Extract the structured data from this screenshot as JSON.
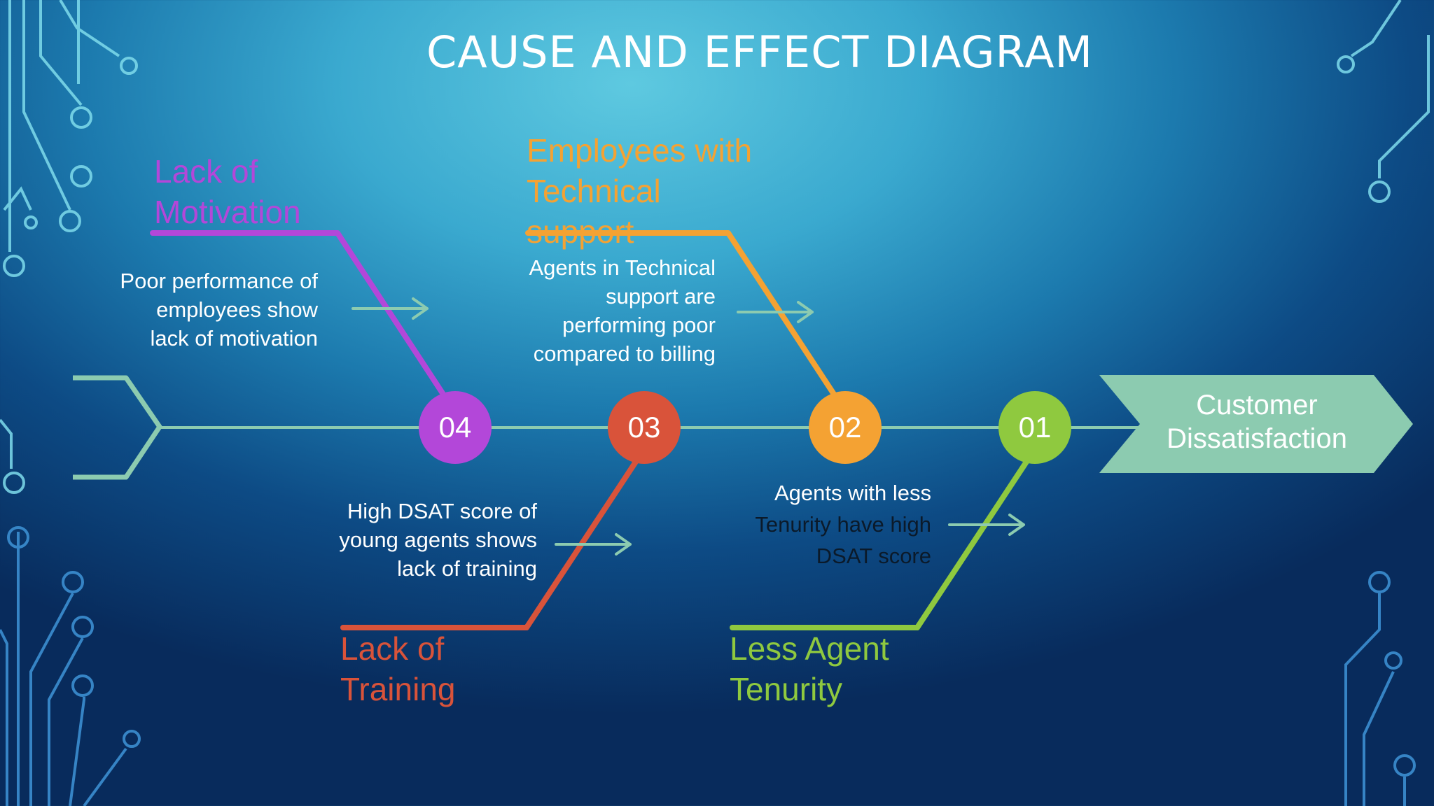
{
  "title": "CAUSE AND EFFECT DIAGRAM",
  "effect": {
    "label": "Customer Dissatisfaction",
    "color": "#8ccbb0"
  },
  "spine_color": "#8ccbb0",
  "causes": [
    {
      "number": "04",
      "label_lines": [
        "Lack of",
        "Motivation"
      ],
      "color": "#b347d9",
      "description_lines": [
        "Poor performance of",
        "employees show",
        "lack of motivation"
      ]
    },
    {
      "number": "03",
      "label_lines": [
        "Lack of",
        "Training"
      ],
      "color": "#d9533a",
      "description_lines": [
        "High DSAT score of",
        "young agents shows",
        "lack of training"
      ]
    },
    {
      "number": "02",
      "label_lines": [
        "Employees with",
        "Technical",
        "support"
      ],
      "color": "#f4a233",
      "description_lines": [
        "Agents in Technical",
        "support are",
        "performing poor",
        "compared to billing"
      ]
    },
    {
      "number": "01",
      "label_lines": [
        "Less Agent",
        "Tenurity"
      ],
      "color": "#8fc93f",
      "description_lines": [
        "Agents with less",
        "Tenurity have high",
        "DSAT score"
      ]
    }
  ]
}
